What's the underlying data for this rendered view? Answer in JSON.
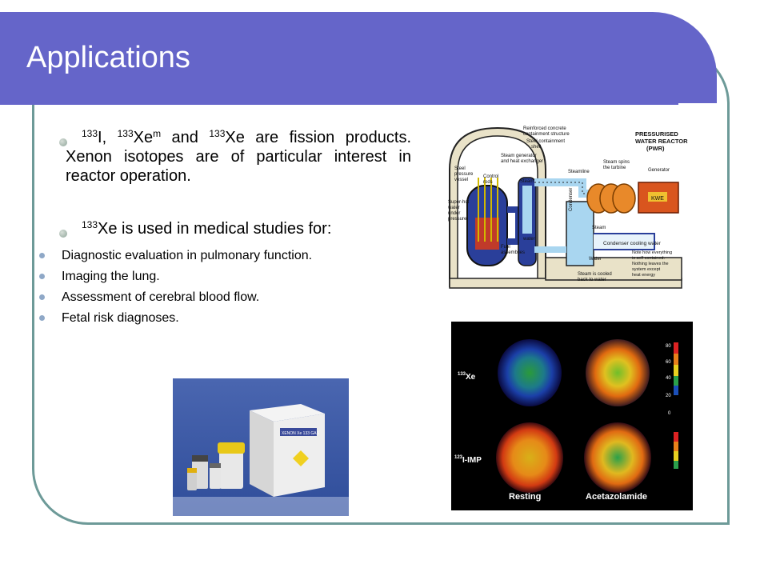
{
  "slide": {
    "title": "Applications",
    "bullets": [
      {
        "segments": [
          {
            "sup": "133",
            "text": "I, "
          },
          {
            "sup": "133",
            "text": "Xe"
          },
          {
            "sup": "m",
            "text": " and "
          },
          {
            "sup": "133",
            "text": "Xe are fission products. Xenon isotopes are of particular interest in reactor operation."
          }
        ]
      },
      {
        "segments": [
          {
            "sup": "133",
            "text": "Xe is used in medical studies for:"
          }
        ],
        "subitems": [
          "Diagnostic evaluation in pulmonary function.",
          "Imaging the lung.",
          "Assessment of cerebral blood flow.",
          "Fetal risk diagnoses."
        ]
      }
    ]
  },
  "reactor_diagram": {
    "title_line1": "PRESSURISED",
    "title_line2": "WATER REACTOR",
    "title_line3": "(PWR)",
    "labels": {
      "reinforced": "Reinforced concrete",
      "containment_structure": "containment structure",
      "steel_containment": "Steel containment",
      "shell": "shell",
      "steam_generator": "Steam generator",
      "heat_exchanger": "and heat exchanger",
      "steel_pressure": "Steel",
      "pressure": "pressure",
      "vessel": "vessel",
      "control_rods": "Control",
      "rods": "rods",
      "steamline": "Steamline",
      "steam_spins": "Steam spins",
      "the_turbine": "the turbine",
      "generator": "Generator",
      "kwe": "KWE",
      "steam": "Steam",
      "condenser": "Condenser",
      "superhot": "Super-hot",
      "water": "water",
      "under": "under",
      "pressure2": "pressure",
      "fuel": "Fuel",
      "assemblies": "assemblies",
      "water_label": "water",
      "condenser_cooling": "Condenser cooling water",
      "water2": "Water",
      "note1": "Note how everything",
      "note2": "is self contained.",
      "note3": "Nothing leaves the",
      "note4": "system except",
      "note5": "heat energy",
      "cooled1": "Steam is cooled",
      "cooled2": "back to water"
    }
  },
  "brain_scan": {
    "row1_label": "133Xe",
    "row1_sup": "133",
    "row1_text": "Xe",
    "row2_sup": "123",
    "row2_text": "I-IMP",
    "col1_label": "Resting",
    "col2_label": "Acetazolamide",
    "scale_ticks": [
      "80",
      "60",
      "40",
      "20",
      "0"
    ]
  },
  "product_photo": {
    "box_label": "XENON Xe 133 GAS"
  }
}
